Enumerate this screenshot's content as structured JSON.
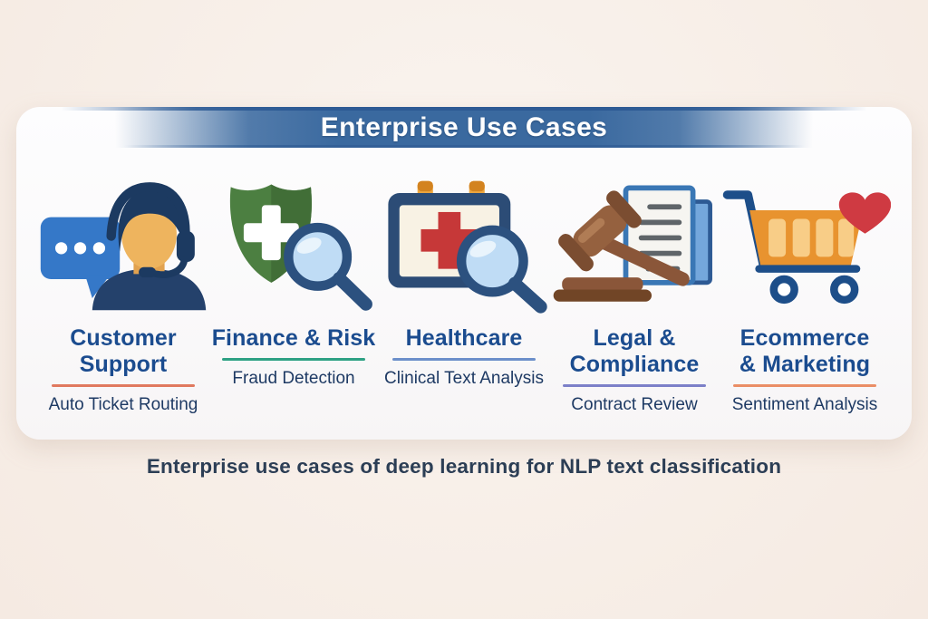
{
  "header": {
    "title": "Enterprise Use Cases"
  },
  "footer": {
    "caption": "Enterprise use cases of deep learning for NLP text classification"
  },
  "colors": {
    "background_cream": "#f7eee7",
    "card_white": "#fbfafa",
    "banner_blue": "#3a699f",
    "banner_blue_dark": "#2d5a94",
    "title_navy": "#1b4c8f",
    "subtitle_navy": "#1e3a64",
    "caption_slate": "#2c3e55"
  },
  "columns": [
    {
      "title": "Customer Support",
      "title_lines": [
        "Customer",
        "Support"
      ],
      "subtitle": "Auto Ticket Routing",
      "icon": "support-agent-icon",
      "accent_color": "#e0795f"
    },
    {
      "title": "Finance & Risk",
      "title_lines": [
        "Finance & Risk"
      ],
      "subtitle": "Fraud Detection",
      "icon": "shield-magnifier-icon",
      "accent_color": "#2ea183"
    },
    {
      "title": "Healthcare",
      "title_lines": [
        "Healthcare"
      ],
      "subtitle": "Clinical Text Analysis",
      "icon": "calendar-magnifier-icon",
      "accent_color": "#6c8fca"
    },
    {
      "title": "Legal & Compliance",
      "title_lines": [
        "Legal &",
        "Compliance"
      ],
      "subtitle": "Contract Review",
      "icon": "gavel-document-icon",
      "accent_color": "#7c80c8"
    },
    {
      "title": "Ecommerce & Marketing",
      "title_lines": [
        "Ecommerce",
        "& Marketing"
      ],
      "subtitle": "Sentiment Analysis",
      "icon": "cart-heart-icon",
      "accent_color": "#ea8e66"
    }
  ]
}
